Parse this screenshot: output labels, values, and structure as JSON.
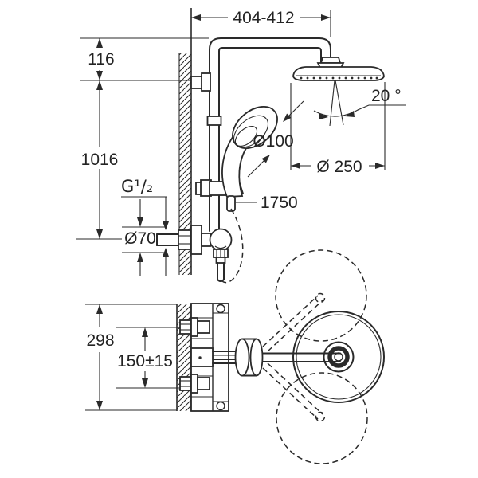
{
  "diagram": {
    "type": "technical-dimension-drawing",
    "subject": "shower system with thermostat (side view and front view)",
    "units": "mm",
    "line_color": "#2a2a2a",
    "background_color": "#ffffff",
    "dimensions": {
      "top_width_range": "404-412",
      "head_offset": "116",
      "rail_height": "1016",
      "thread_size": "G¹/₂",
      "escutcheon_diameter": "Ø70",
      "hose_length": "1750",
      "hand_shower_diameter": "Ø100",
      "head_swivel_angle": "20 °",
      "head_shower_diameter": "Ø 250",
      "trim_height": "298",
      "inlet_spacing": "150±15"
    }
  }
}
